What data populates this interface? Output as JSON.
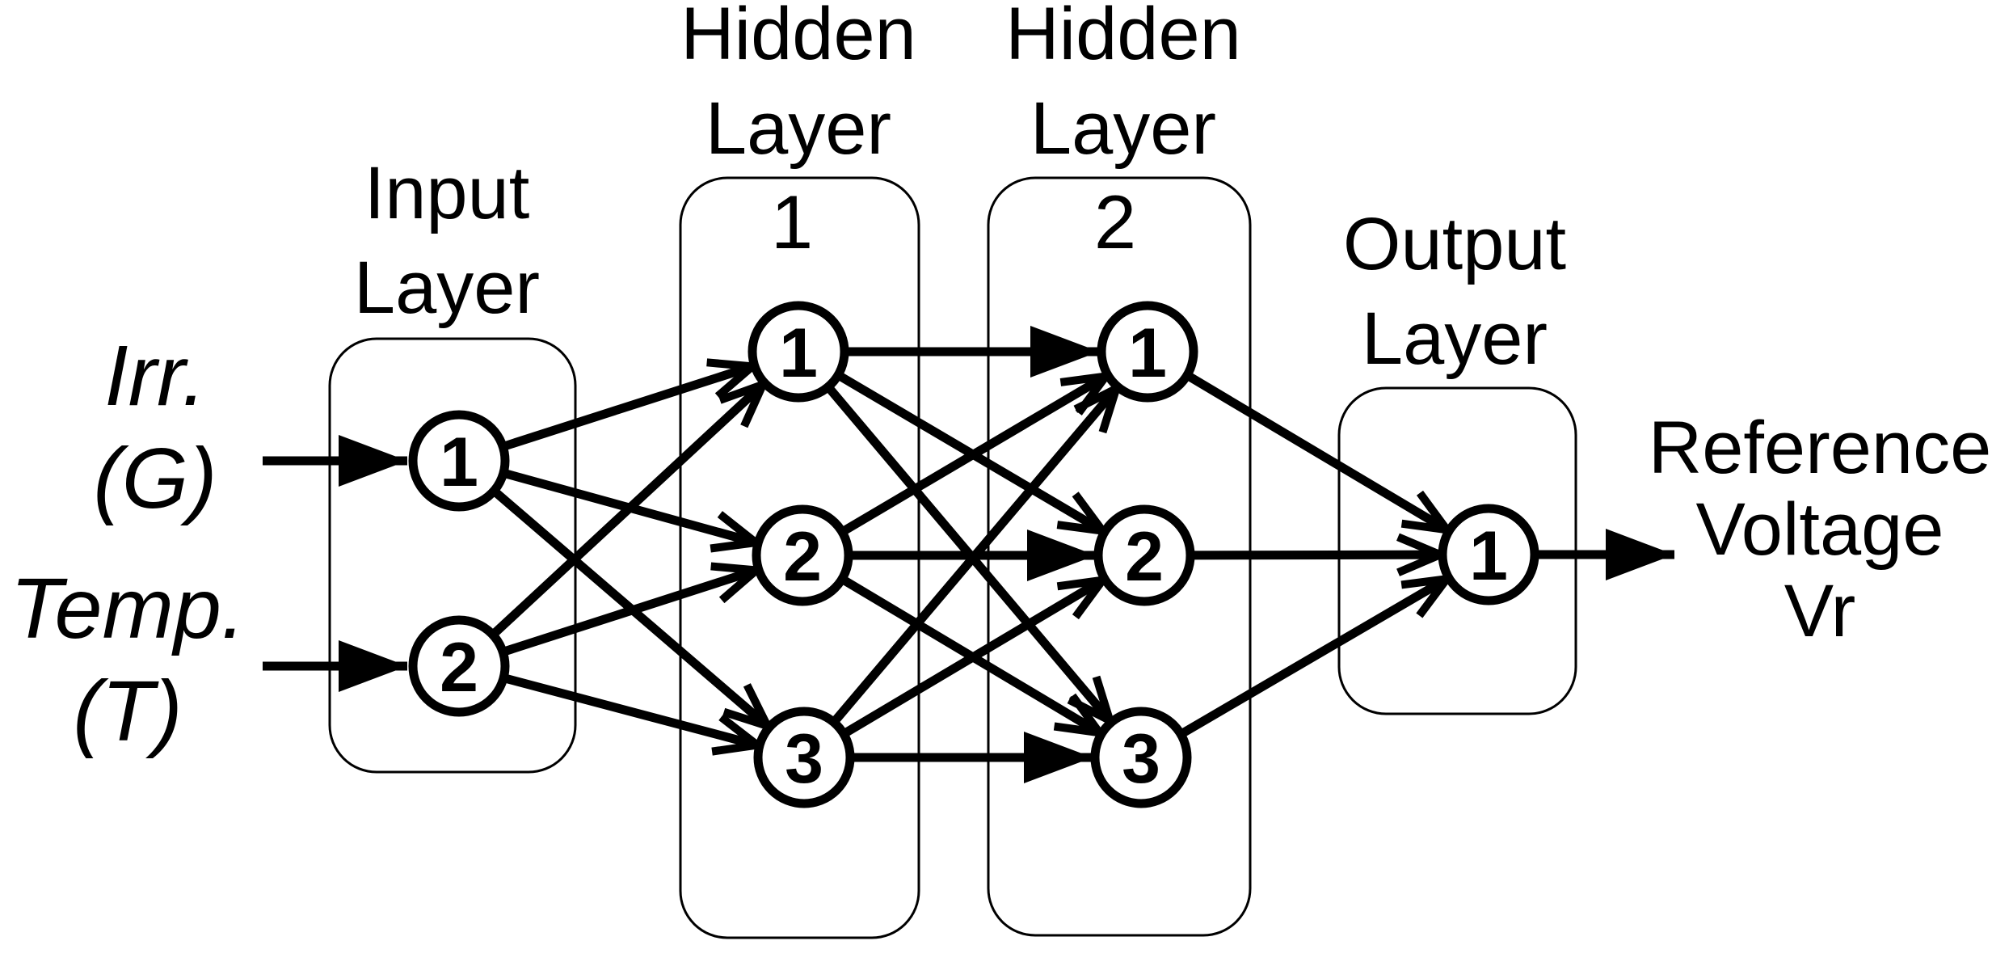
{
  "figure": {
    "type": "neural-network-architecture",
    "background_color": "#ffffff",
    "ink_color": "#000000"
  },
  "inputs": [
    {
      "id": "irr",
      "lines": [
        "Irr.",
        "(G)"
      ],
      "feeds_node": "in1"
    },
    {
      "id": "temp",
      "lines": [
        "Temp.",
        "(T)"
      ],
      "feeds_node": "in2"
    }
  ],
  "output_label": {
    "id": "reference_voltage",
    "lines": [
      "Reference",
      "Voltage",
      "Vr"
    ],
    "from_node": "out1"
  },
  "layers": [
    {
      "id": "input",
      "title_lines": [
        "Input",
        "Layer"
      ],
      "number": "",
      "nodes": [
        {
          "id": "in1",
          "label": "1"
        },
        {
          "id": "in2",
          "label": "2"
        }
      ]
    },
    {
      "id": "hidden1",
      "title_lines": [
        "Hidden",
        "Layer"
      ],
      "number": "1",
      "nodes": [
        {
          "id": "h11",
          "label": "1"
        },
        {
          "id": "h12",
          "label": "2"
        },
        {
          "id": "h13",
          "label": "3"
        }
      ]
    },
    {
      "id": "hidden2",
      "title_lines": [
        "Hidden",
        "Layer"
      ],
      "number": "2",
      "nodes": [
        {
          "id": "h21",
          "label": "1"
        },
        {
          "id": "h22",
          "label": "2"
        },
        {
          "id": "h23",
          "label": "3"
        }
      ]
    },
    {
      "id": "output",
      "title_lines": [
        "Output",
        "Layer"
      ],
      "number": "",
      "nodes": [
        {
          "id": "out1",
          "label": "1"
        }
      ]
    }
  ],
  "connections": [
    [
      "in1",
      "h11"
    ],
    [
      "in1",
      "h12"
    ],
    [
      "in1",
      "h13"
    ],
    [
      "in2",
      "h11"
    ],
    [
      "in2",
      "h12"
    ],
    [
      "in2",
      "h13"
    ],
    [
      "h11",
      "h21"
    ],
    [
      "h11",
      "h22"
    ],
    [
      "h11",
      "h23"
    ],
    [
      "h12",
      "h21"
    ],
    [
      "h12",
      "h22"
    ],
    [
      "h12",
      "h23"
    ],
    [
      "h13",
      "h21"
    ],
    [
      "h13",
      "h22"
    ],
    [
      "h13",
      "h23"
    ],
    [
      "h21",
      "out1"
    ],
    [
      "h22",
      "out1"
    ],
    [
      "h23",
      "out1"
    ]
  ],
  "external_arrows": [
    {
      "kind": "input",
      "node": "in1",
      "label_id": "irr"
    },
    {
      "kind": "input",
      "node": "in2",
      "label_id": "temp"
    },
    {
      "kind": "output",
      "node": "out1",
      "label_id": "reference_voltage"
    }
  ]
}
